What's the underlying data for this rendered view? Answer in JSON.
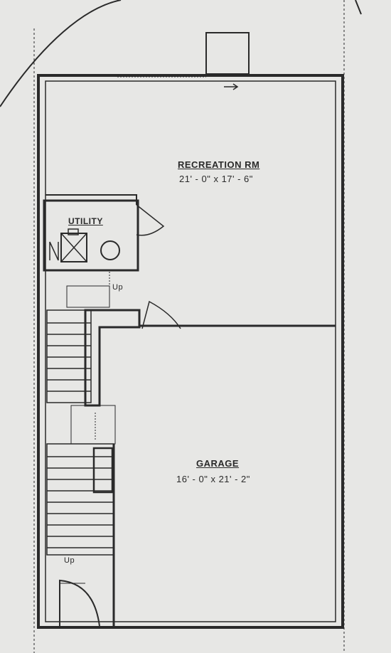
{
  "rooms": {
    "recreation": {
      "name": "RECREATION RM",
      "dimensions": "21' - 0\" x 17' - 6\""
    },
    "utility": {
      "name": "UTILITY"
    },
    "garage": {
      "name": "GARAGE",
      "dimensions": "16' - 0\" x 21' - 2\""
    }
  },
  "stair_labels": {
    "upper": "Up",
    "lower": "Up"
  },
  "colors": {
    "paper": "#e7e7e5",
    "ink": "#2a2a2a"
  }
}
